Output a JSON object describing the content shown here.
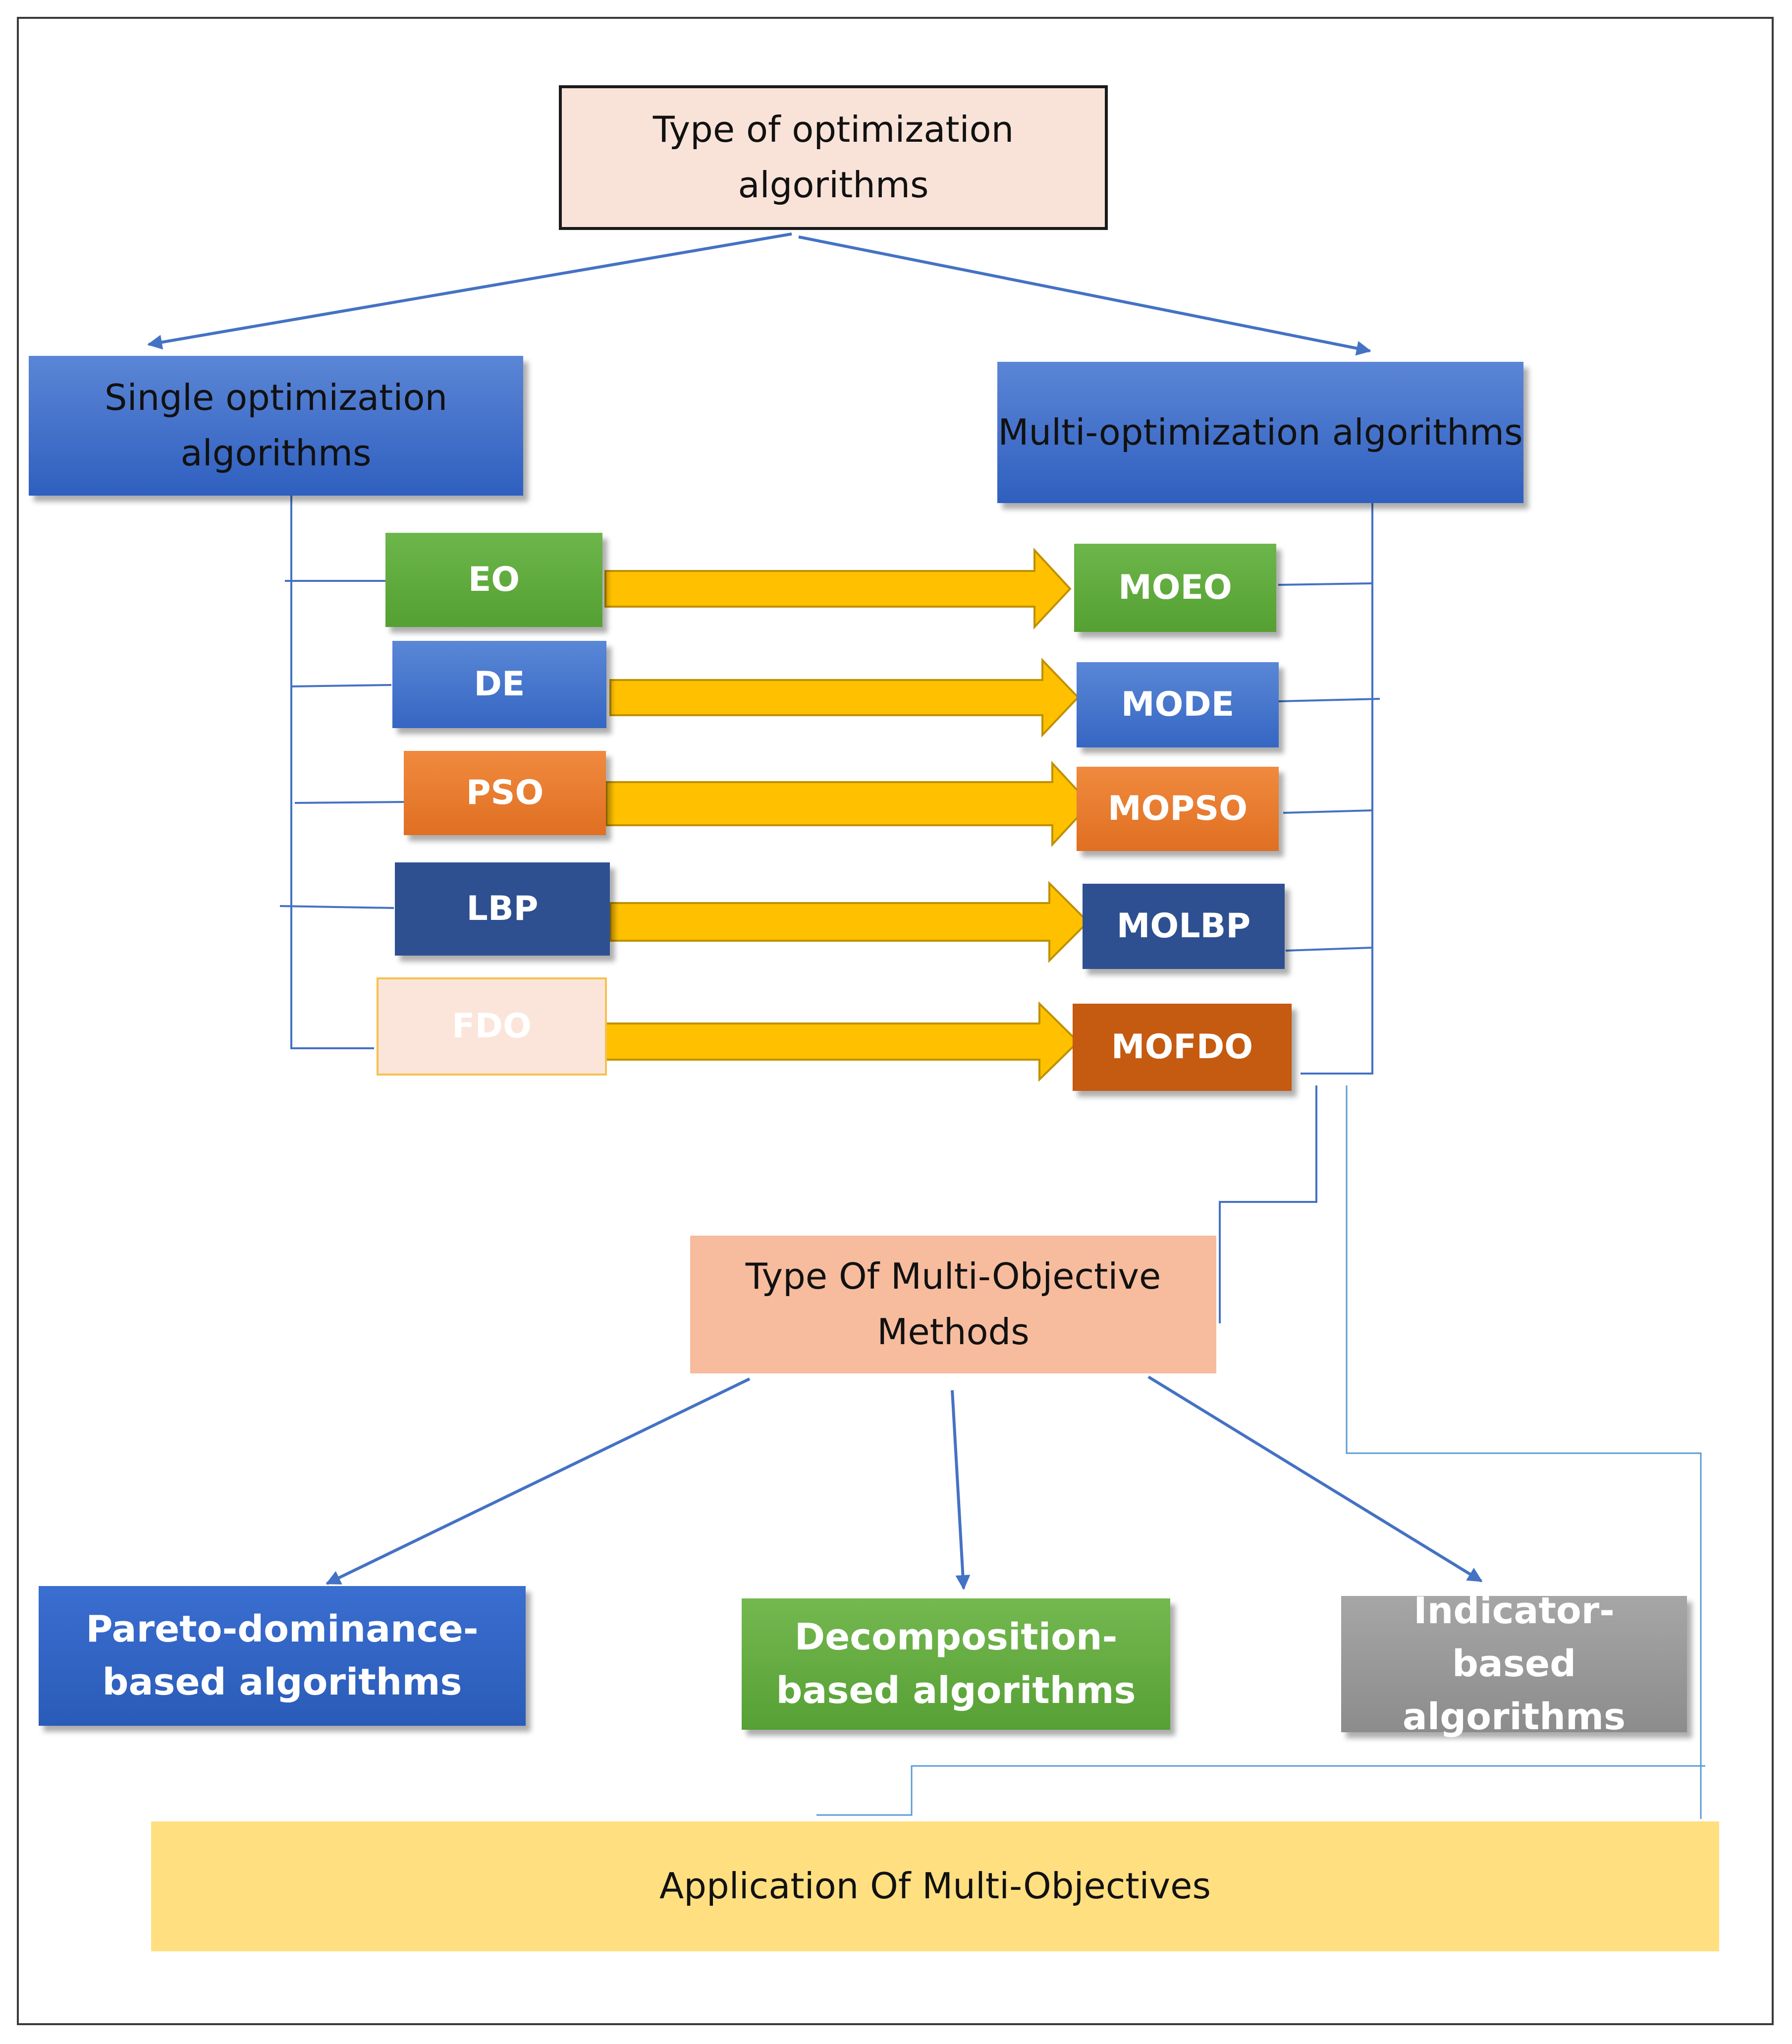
{
  "root": {
    "title": "Type of optimization algorithms"
  },
  "single": {
    "title": "Single optimization algorithms"
  },
  "multi": {
    "title": "Multi-optimization algorithms"
  },
  "single_algorithms": [
    {
      "label": "EO"
    },
    {
      "label": "DE"
    },
    {
      "label": "PSO"
    },
    {
      "label": "LBP"
    },
    {
      "label": "FDO"
    }
  ],
  "multi_algorithms": [
    {
      "label": "MOEO"
    },
    {
      "label": "MODE"
    },
    {
      "label": "MOPSO"
    },
    {
      "label": "MOLBP"
    },
    {
      "label": "MOFDO"
    }
  ],
  "mo_methods": {
    "title": "Type Of Multi-Objective Methods"
  },
  "methods": [
    {
      "label": "Pareto-dominance-based algorithms"
    },
    {
      "label": "Decomposition-based algorithms"
    },
    {
      "label": "Indicator-based algorithms"
    }
  ],
  "application": {
    "title": "Application Of Multi-Objectives"
  },
  "colors": {
    "connector": "#4472c4",
    "light_connector": "#5b9bd5",
    "transfer_arrow": "#ffc000",
    "transfer_arrow_border": "#bf9000"
  }
}
